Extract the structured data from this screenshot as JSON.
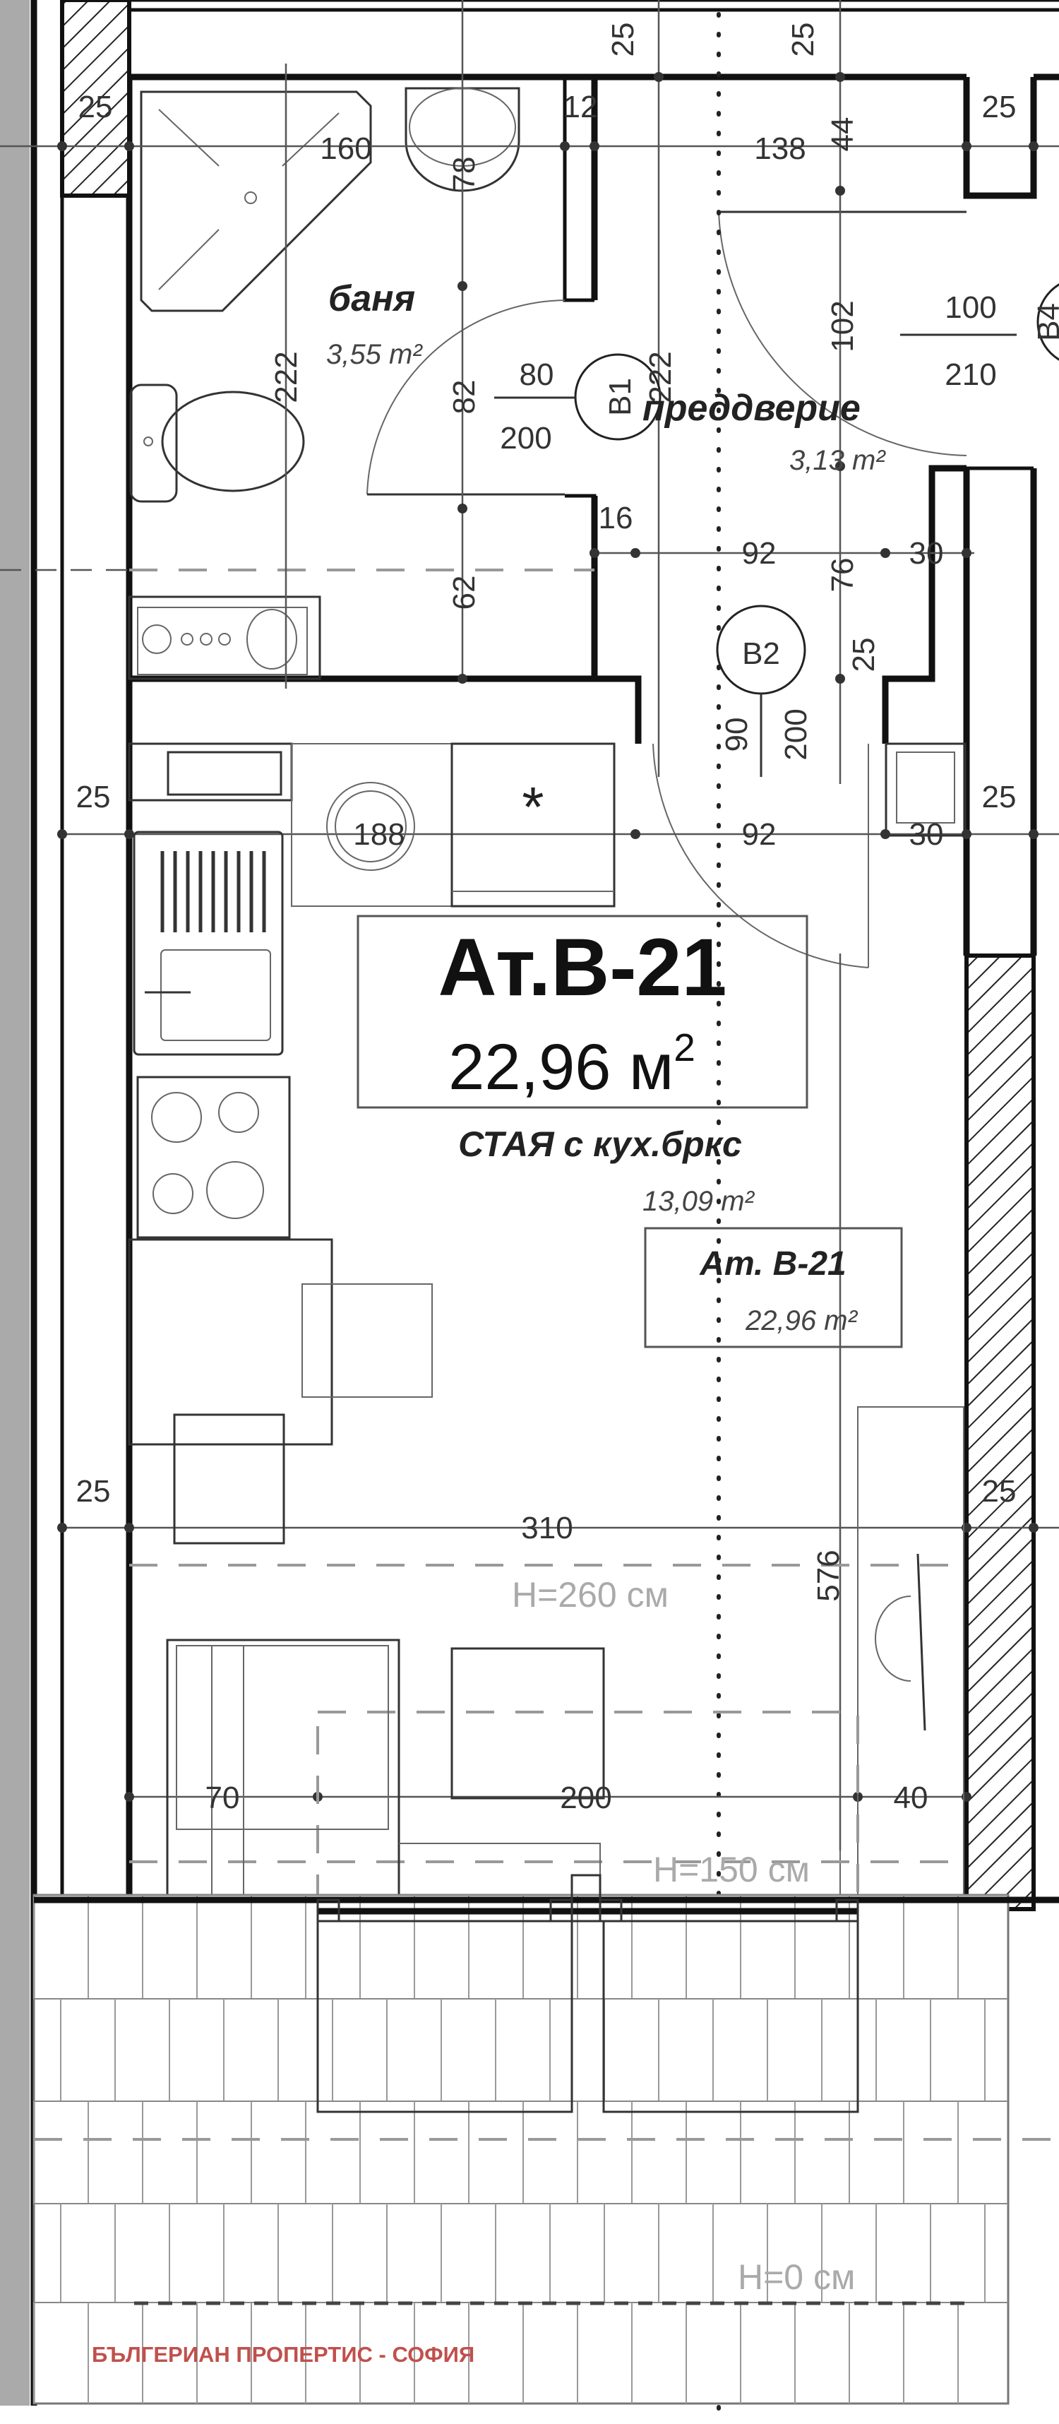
{
  "plan": {
    "unit_title": "Ат.В-21",
    "unit_area": "22,96 м",
    "unit_area_sup": "2",
    "rooms": {
      "bath": {
        "name": "баня",
        "area": "3,55 m²"
      },
      "hall": {
        "name": "преддверие",
        "area": "3,13 m²"
      },
      "room": {
        "name": "СТАЯ с кух.бркс",
        "area": "13,09 m²"
      }
    },
    "small_label": {
      "title": "Ат. В-21",
      "area": "22,96 m²"
    },
    "doors": {
      "b1": {
        "tag": "B1",
        "width": "80",
        "height": "200"
      },
      "b2": {
        "tag": "B2",
        "width": "90",
        "height": "200"
      },
      "b4": {
        "tag": "B4",
        "width": "100",
        "height": "210"
      }
    },
    "dimensions": {
      "d25a": "25",
      "d25b": "25",
      "d25c": "25",
      "d25d": "25",
      "d25e": "25",
      "d25f": "25",
      "d25g": "25",
      "d25h": "25",
      "d25i": "25",
      "d160": "160",
      "d12": "12",
      "d138": "138",
      "d44": "44",
      "d78": "78",
      "d222a": "222",
      "d82": "82",
      "d222b": "222",
      "d102": "102",
      "d16": "16",
      "d92a": "92",
      "d76": "76",
      "d30a": "30",
      "d62": "62",
      "d188": "188",
      "d92b": "92",
      "d30b": "30",
      "d310": "310",
      "d576": "576",
      "d70": "70",
      "d200": "200",
      "d40": "40"
    },
    "heights": {
      "h260": "H=260 см",
      "h150": "H=150 см",
      "h0": "H=0 см"
    },
    "asterisk": "*",
    "watermark_text": "БЪЛГЕРИАН ПРОПЕРТИС - СОФИЯ",
    "colors": {
      "walls": "#111111",
      "watermark": "#c0504d",
      "hatch": "#111111"
    }
  }
}
